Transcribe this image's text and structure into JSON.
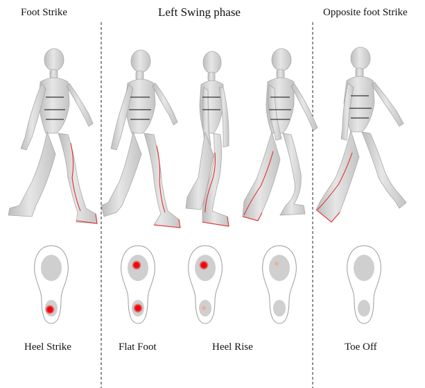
{
  "phases": {
    "foot_strike": "Foot Strike",
    "left_swing": "Left Swing phase",
    "opposite_strike": "Opposite foot Strike"
  },
  "events": {
    "heel_strike": "Heel Strike",
    "flat_foot": "Flat Foot",
    "heel_rise": "Heel Rise",
    "toe_off": "Toe Off"
  },
  "colors": {
    "mannequin": "#d2d2d2",
    "outline": "#e32020",
    "pressure_high": "#e8141c",
    "pressure_low": "#f0a070",
    "insole_zone": "#cfcfcf"
  },
  "insoles": [
    {
      "stage": "heel-strike",
      "fore": "none",
      "heel": "high"
    },
    {
      "stage": "flat-foot",
      "fore": "high",
      "heel": "high"
    },
    {
      "stage": "heel-rise-1",
      "fore": "high",
      "heel": "low"
    },
    {
      "stage": "heel-rise-2",
      "fore": "low",
      "heel": "none"
    },
    {
      "stage": "toe-off",
      "fore": "none",
      "heel": "none"
    }
  ]
}
